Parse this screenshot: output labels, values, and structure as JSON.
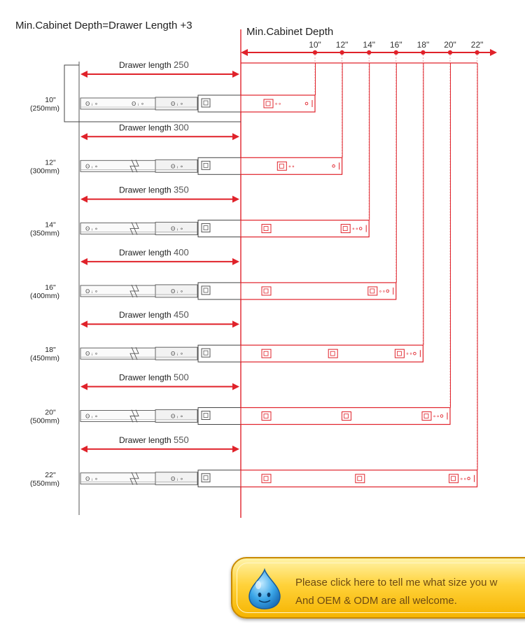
{
  "title": "Min.Cabinet Depth=Drawer Length +3",
  "depth_label": "Min.Cabinet Depth",
  "depth_ticks": [
    "10\"",
    "12\"",
    "14\"",
    "16\"",
    "18\"",
    "20\"",
    "22\""
  ],
  "drawer_prefix": "Drawer length",
  "rows": [
    {
      "inch": "10\"",
      "mm": "(250mm)",
      "length": "250",
      "depth": 10
    },
    {
      "inch": "12\"",
      "mm": "(300mm)",
      "length": "300",
      "depth": 12
    },
    {
      "inch": "14\"",
      "mm": "(350mm)",
      "length": "350",
      "depth": 14
    },
    {
      "inch": "16\"",
      "mm": "(400mm)",
      "length": "400",
      "depth": 16
    },
    {
      "inch": "18\"",
      "mm": "(450mm)",
      "length": "450",
      "depth": 18
    },
    {
      "inch": "20\"",
      "mm": "(500mm)",
      "length": "500",
      "depth": 20
    },
    {
      "inch": "22\"",
      "mm": "(550mm)",
      "length": "550",
      "depth": 22
    }
  ],
  "banner": {
    "line1": "Please click here to tell me what size you w",
    "line2": "And OEM & ODM are all welcome."
  },
  "colors": {
    "accent": "#e0222a",
    "dark": "#222222",
    "banner_text": "#6d4a12"
  }
}
